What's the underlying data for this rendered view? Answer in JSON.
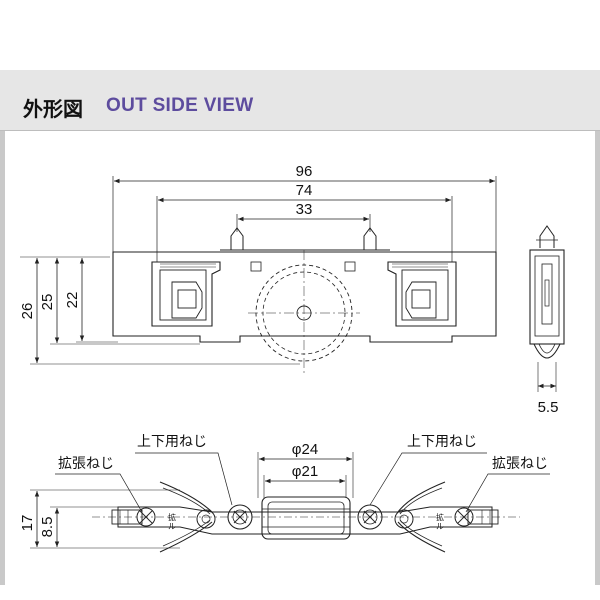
{
  "header": {
    "title_jp": "外形図",
    "title_en": "OUT SIDE VIEW"
  },
  "front_view": {
    "dim_overall": "96",
    "dim_inner": "74",
    "dim_pins": "33",
    "dim_height_total": "26",
    "dim_height_mid": "25",
    "dim_height_body": "22"
  },
  "side_view": {
    "dim_thickness": "5.5"
  },
  "bottom_view": {
    "label_updown_screw_left": "上下用ねじ",
    "label_updown_screw_right": "上下用ねじ",
    "label_expand_screw_left": "拡張ねじ",
    "label_expand_screw_right": "拡張ねじ",
    "dim_outer_diameter": "φ24",
    "dim_inner_diameter": "φ21",
    "dim_height_total": "17",
    "dim_height_inner": "8.5",
    "mark_expand_left": "拡\nル",
    "mark_expand_right": "拡\nル"
  },
  "colors": {
    "accent": "#5d4c9e",
    "line": "#222222",
    "header_bg": "#e6e6e6",
    "frame": "#c9c9c9"
  }
}
